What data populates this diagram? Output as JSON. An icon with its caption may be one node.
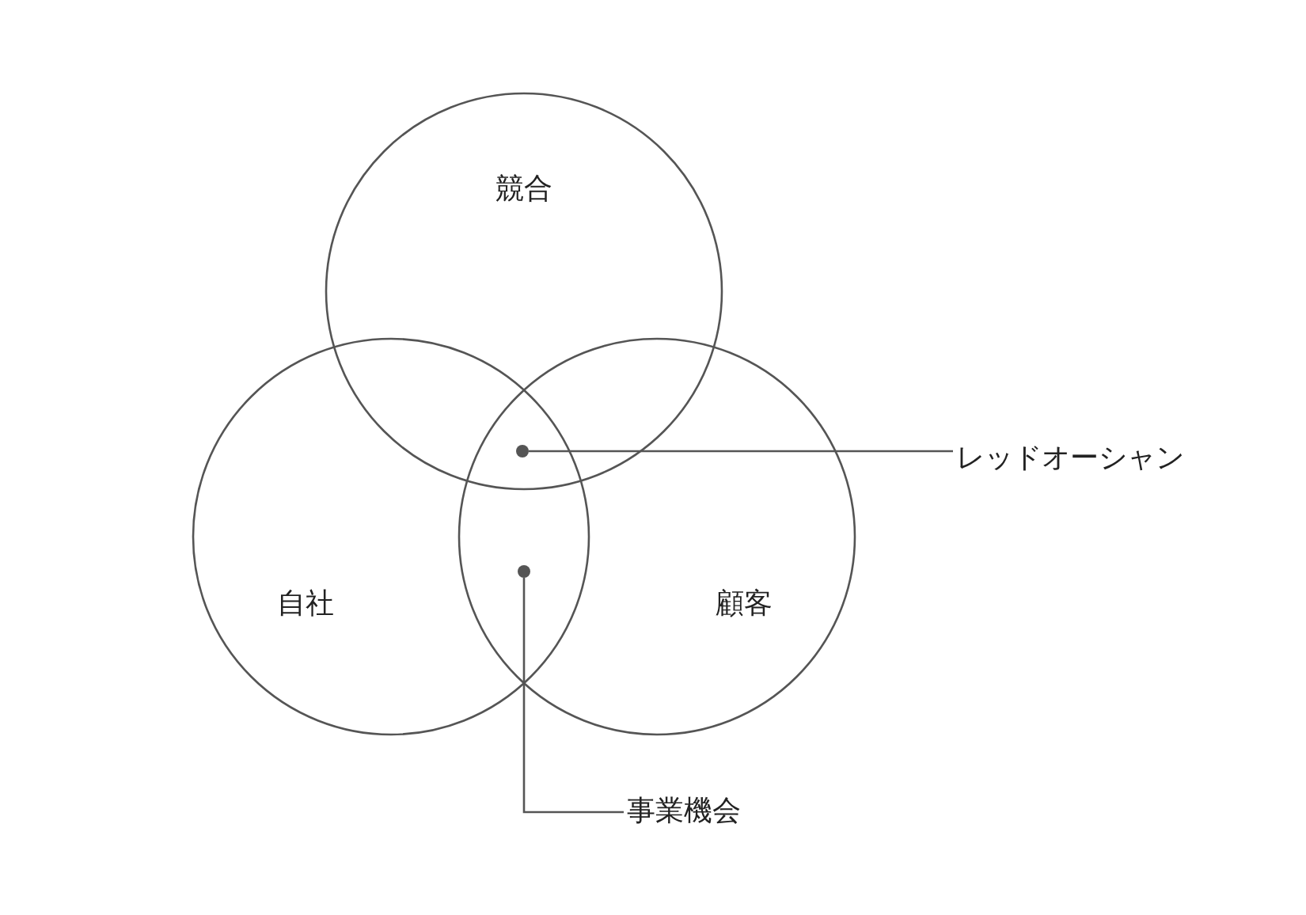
{
  "diagram": {
    "nodes": [
      {
        "text": [
          "競合"
        ]
      },
      {
        "text": [
          "自社"
        ]
      },
      {
        "text": [
          "顧客"
        ]
      },
      {
        "text": [
          "レッドオーシャン"
        ]
      },
      {
        "text": [
          "事業機会"
        ]
      },
      {
        "text": [],
        "shape": "circle"
      },
      {
        "text": [],
        "shape": "circle"
      }
    ],
    "edges": [
      {
        "from": 3,
        "to": 5,
        "arrow": "none"
      },
      {
        "from": 4,
        "to": 6,
        "arrow": "none"
      }
    ]
  }
}
